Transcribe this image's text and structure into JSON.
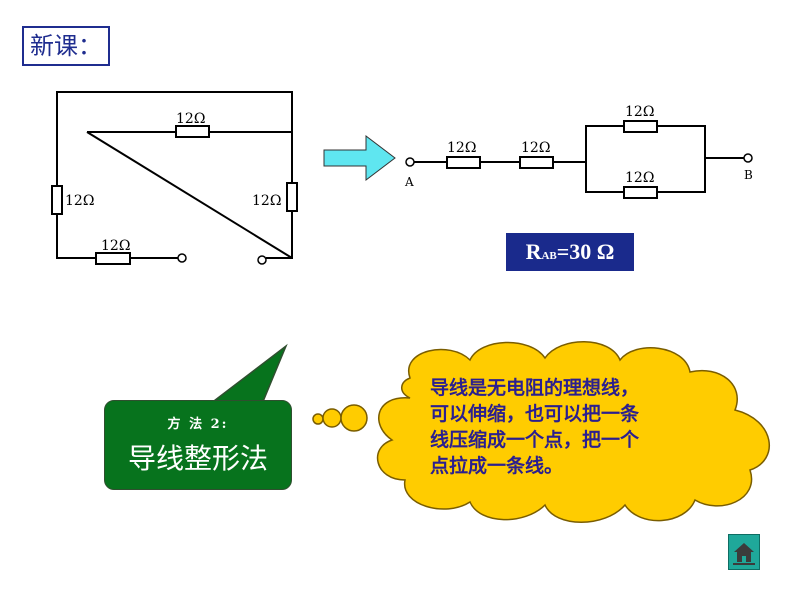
{
  "slide": {
    "title": "新课：",
    "resistor_label": "12Ω",
    "terminal_a": "A",
    "terminal_b": "B",
    "result": {
      "main": "R",
      "sub": "AB",
      "rest": "=30 Ω"
    },
    "method_label": "方 法 2:",
    "method_name": "导线整形法",
    "cloud_lines": [
      "导线是无电阻的理想线，",
      "可以伸缩，也可以把一条",
      "线压缩成一个点，把一个",
      "点拉成一条线。"
    ]
  },
  "colors": {
    "title_border": "#1f2d8f",
    "arrow": "#5fe6f0",
    "result_bg": "#1a2a8c",
    "method_bg": "#07731d",
    "cloud": "#ffcc00",
    "cloud_text": "#2b1f8f",
    "home_button": "#1fa89a"
  },
  "icons": {
    "home": "home-icon"
  }
}
